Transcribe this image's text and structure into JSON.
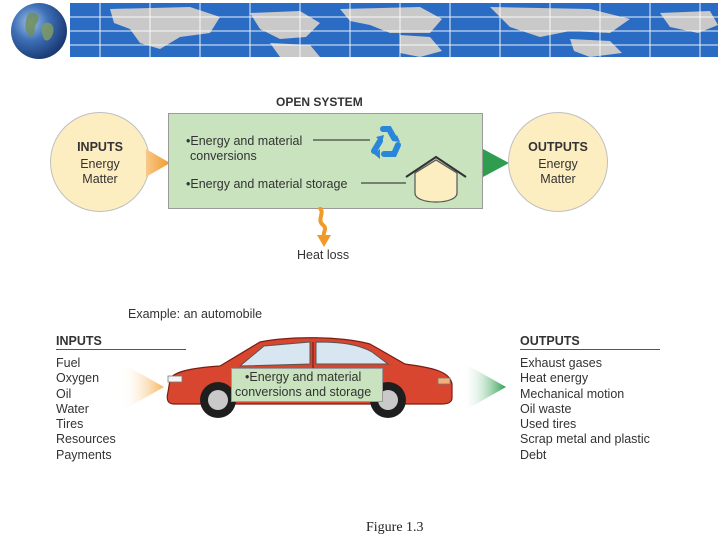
{
  "header": {
    "map_icon": "world-map-banner",
    "globe_icon": "globe-icon"
  },
  "open_system": {
    "title": "OPEN SYSTEM",
    "inputs": {
      "heading": "INPUTS",
      "lines": [
        "Energy",
        "Matter"
      ]
    },
    "outputs": {
      "heading": "OUTPUTS",
      "lines": [
        "Energy",
        "Matter"
      ]
    },
    "box_lines": [
      "•Energy and material",
      "conversions",
      "•Energy and material storage"
    ],
    "heat_loss": "Heat loss",
    "recycle_icon": "recycle-icon",
    "storage_icon": "storage-house-icon",
    "colors": {
      "circle_fill": "#fdeec2",
      "box_fill": "#c8e3bd",
      "input_arrow": "#f4a340",
      "output_arrow": "#2e9d4f",
      "recycle": "#2a86d9"
    }
  },
  "example": {
    "label": "Example: an automobile",
    "inputs_heading": "INPUTS",
    "inputs": [
      "Fuel",
      "Oxygen",
      "Oil",
      "Water",
      "Tires",
      "Resources",
      "Payments"
    ],
    "outputs_heading": "OUTPUTS",
    "outputs": [
      "Exhaust gases",
      "Heat energy",
      "Mechanical motion",
      "Oil waste",
      "Used tires",
      "Scrap metal and plastic",
      "Debt"
    ],
    "car_box_lines": [
      "•Energy and material",
      "conversions and storage"
    ],
    "car_icon": "red-sedan-car",
    "colors": {
      "car_body": "#d9462f"
    }
  },
  "caption": "Figure 1.3"
}
